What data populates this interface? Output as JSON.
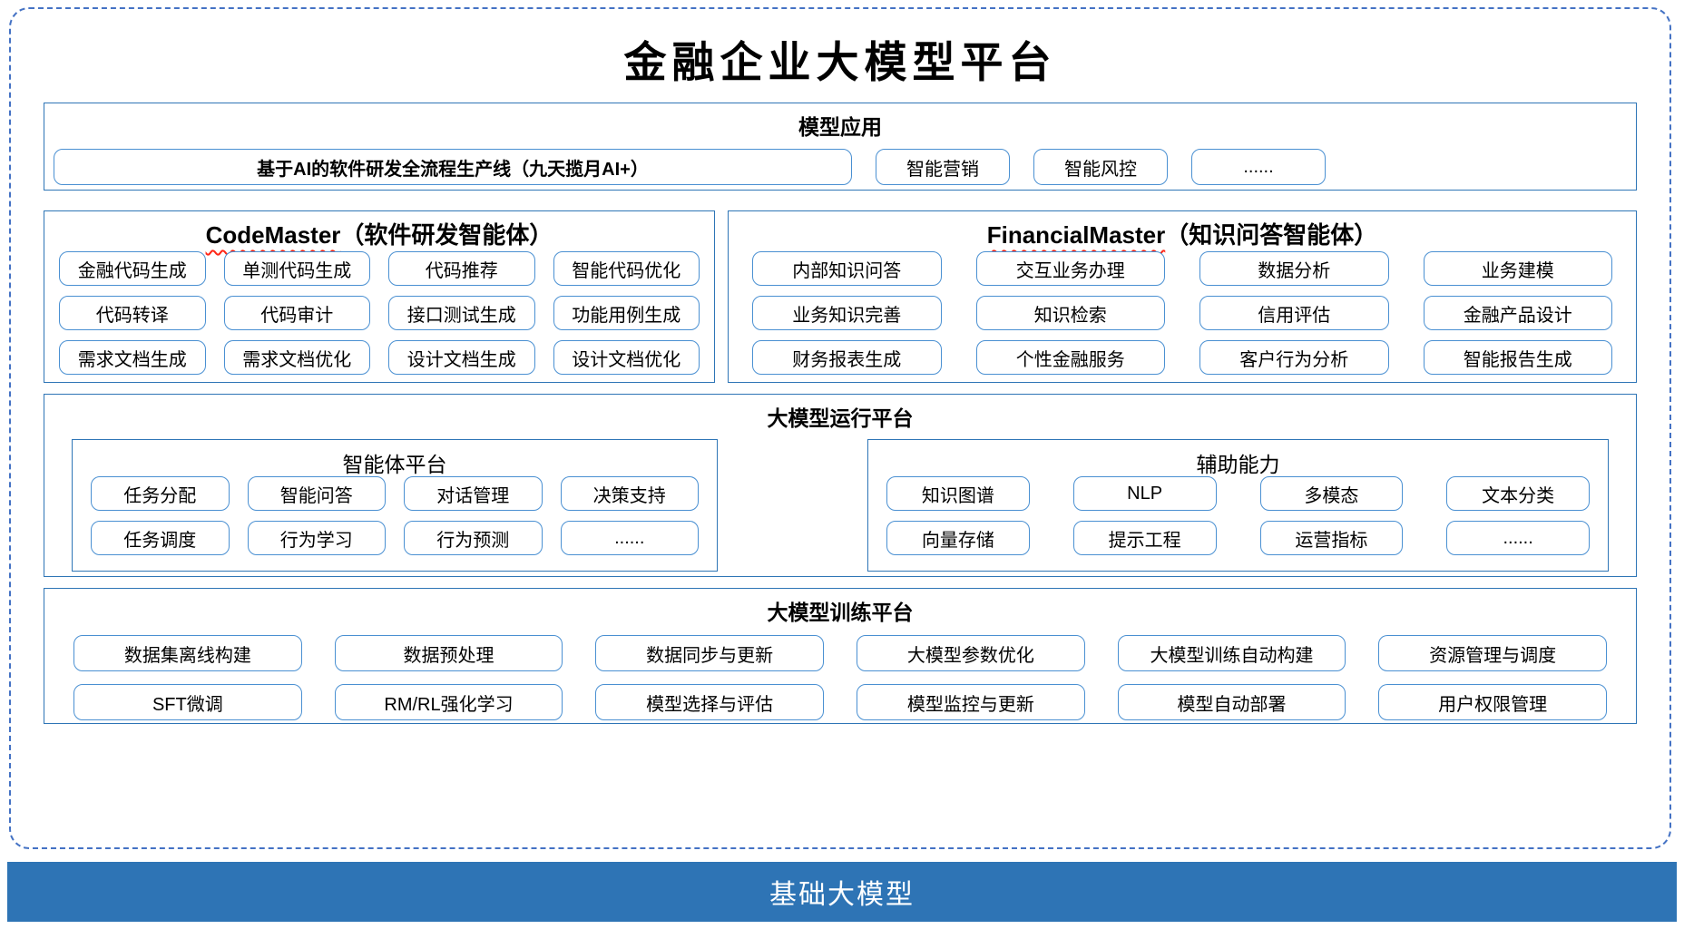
{
  "title": "金融企业大模型平台",
  "model_app": {
    "header": "模型应用",
    "primary": "基于AI的软件研发全流程生产线（九天揽月AI+）",
    "items": [
      "智能营销",
      "智能风控",
      "......"
    ]
  },
  "code_master": {
    "title_en": "CodeMaster",
    "title_zh": "（软件研发智能体）",
    "items": [
      "金融代码生成",
      "单测代码生成",
      "代码推荐",
      "智能代码优化",
      "代码转译",
      "代码审计",
      "接口测试生成",
      "功能用例生成",
      "需求文档生成",
      "需求文档优化",
      "设计文档生成",
      "设计文档优化"
    ]
  },
  "financial_master": {
    "title_en": "FinancialMaster",
    "title_zh": "（知识问答智能体）",
    "items": [
      "内部知识问答",
      "交互业务办理",
      "数据分析",
      "业务建模",
      "业务知识完善",
      "知识检索",
      "信用评估",
      "金融产品设计",
      "财务报表生成",
      "个性金融服务",
      "客户行为分析",
      "智能报告生成"
    ]
  },
  "runtime_platform": {
    "header": "大模型运行平台",
    "agent_platform": {
      "header": "智能体平台",
      "items": [
        "任务分配",
        "智能问答",
        "对话管理",
        "决策支持",
        "任务调度",
        "行为学习",
        "行为预测",
        "......"
      ]
    },
    "auxiliary": {
      "header": "辅助能力",
      "items": [
        "知识图谱",
        "NLP",
        "多模态",
        "文本分类",
        "向量存储",
        "提示工程",
        "运营指标",
        "......"
      ]
    }
  },
  "training_platform": {
    "header": "大模型训练平台",
    "items": [
      "数据集离线构建",
      "数据预处理",
      "数据同步与更新",
      "大模型参数优化",
      "大模型训练自动构建",
      "资源管理与调度",
      "SFT微调",
      "RM/RL强化学习",
      "模型选择与评估",
      "模型监控与更新",
      "模型自动部署",
      "用户权限管理"
    ]
  },
  "foundation": {
    "label": "基础大模型"
  },
  "colors": {
    "section-border": "#2e75b6",
    "chip-border": "#4a90d2",
    "frame-dash": "#4472c4",
    "bar-bg": "#2e74b5",
    "squiggle": "#ff2616"
  }
}
